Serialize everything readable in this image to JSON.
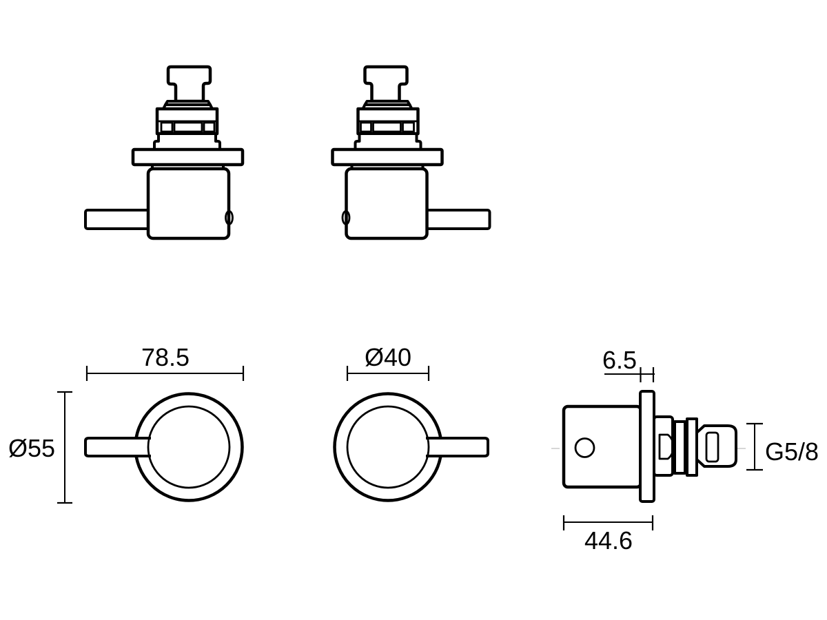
{
  "page": {
    "background": "#ffffff",
    "line_color": "#000000",
    "centerline_color": "#c8c8c8"
  },
  "drawing": {
    "type": "technical-dimension-drawing",
    "dimensions": {
      "overall_width": "78.5",
      "flange_diameter": "Ø55",
      "body_diameter": "Ø40",
      "flange_thickness": "6.5",
      "body_depth": "44.6",
      "thread_size": "G5/8"
    }
  }
}
